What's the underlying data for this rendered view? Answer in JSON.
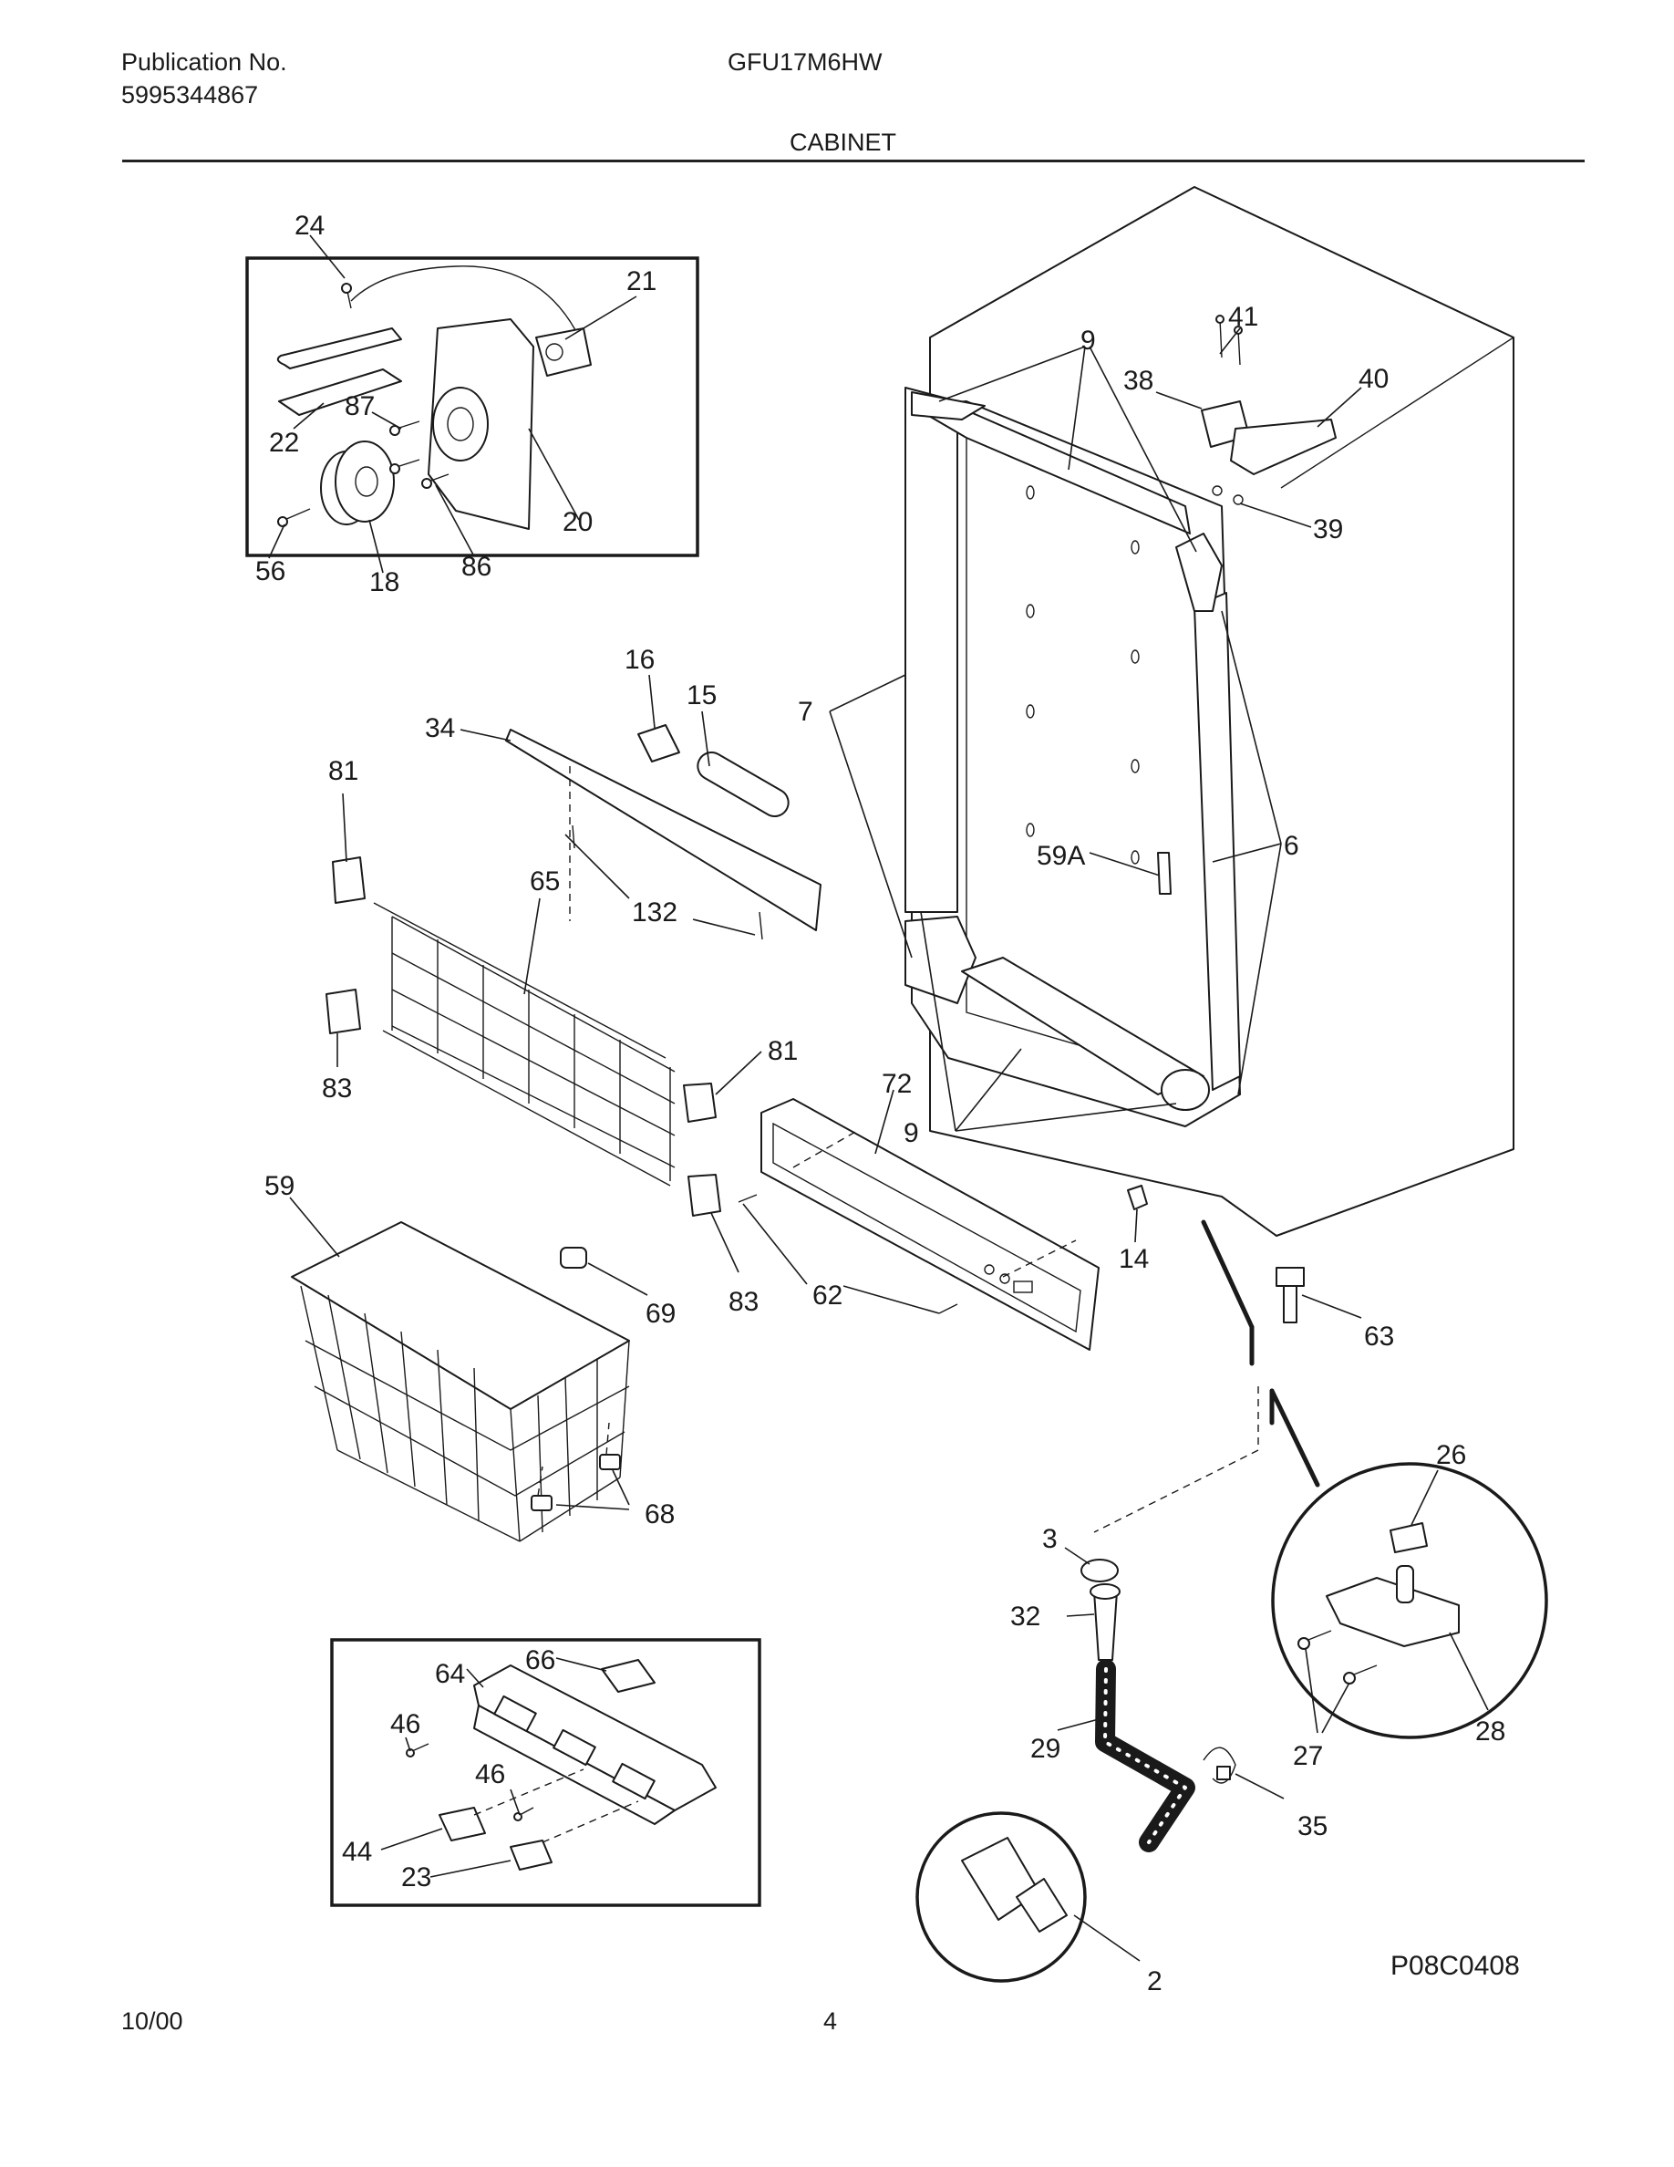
{
  "header": {
    "publication_label": "Publication No.",
    "publication_number": "5995344867",
    "model": "GFU17M6HW",
    "section": "CABINET"
  },
  "footer": {
    "date": "10/00",
    "page": "4",
    "drawing_code": "P08C0408"
  },
  "callouts": {
    "c24": "24",
    "c21": "21",
    "c87": "87",
    "c22": "22",
    "c20": "20",
    "c56": "56",
    "c18": "18",
    "c86": "86",
    "c9a": "9",
    "c41": "41",
    "c38": "38",
    "c40": "40",
    "c39": "39",
    "c16": "16",
    "c15": "15",
    "c7": "7",
    "c34": "34",
    "c81a": "81",
    "c65": "65",
    "c132": "132",
    "c59A": "59A",
    "c6": "6",
    "c83a": "83",
    "c81b": "81",
    "c72": "72",
    "c9b": "9",
    "c59": "59",
    "c69": "69",
    "c83b": "83",
    "c62": "62",
    "c14": "14",
    "c63": "63",
    "c68": "68",
    "c26": "26",
    "c3": "3",
    "c32": "32",
    "c27": "27",
    "c28": "28",
    "c29": "29",
    "c35": "35",
    "c2": "2",
    "c46a": "46",
    "c64": "64",
    "c66": "66",
    "c46b": "46",
    "c44": "44",
    "c23": "23"
  }
}
